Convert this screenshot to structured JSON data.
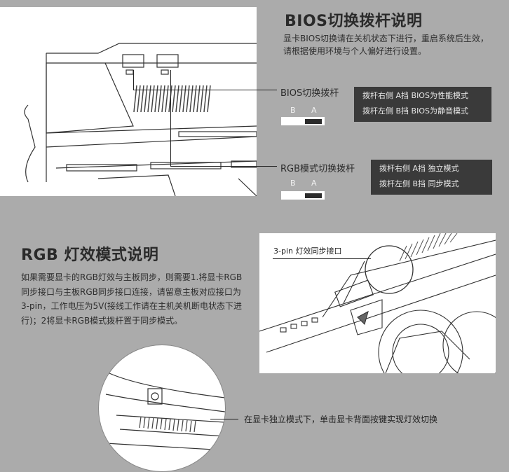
{
  "bios": {
    "title": "BIOS切换拨杆说明",
    "description": "显卡BIOS切换请在关机状态下进行，重启系统后生效，请根据使用环境与个人偏好进行设置。",
    "switch_callout": "BIOS切换拨杆",
    "switch_letters": [
      "B",
      "A"
    ],
    "options": [
      "拨杆右侧  A挡  BIOS为性能模式",
      "拨杆左侧  B挡  BIOS为静音模式"
    ]
  },
  "rgb_switch": {
    "callout": "RGB模式切换拨杆",
    "switch_letters": [
      "B",
      "A"
    ],
    "options": [
      "拨杆右侧  A挡  独立模式",
      "拨杆左侧  B挡  同步模式"
    ]
  },
  "rgb": {
    "title": "RGB 灯效模式说明",
    "description": "如果需要显卡的RGB灯效与主板同步，则需要1.将显卡RGB同步接口与主板RGB同步接口连接，请留意主板对应接口为3-pin，工作电压为5V(接线工作请在主机关机断电状态下进行)；2将显卡RGB模式拨杆置于同步模式。",
    "connector_callout": "3-pin 灯效同步接口",
    "button_callout": "在显卡独立模式下，单击显卡背面按键实现灯效切换"
  }
}
